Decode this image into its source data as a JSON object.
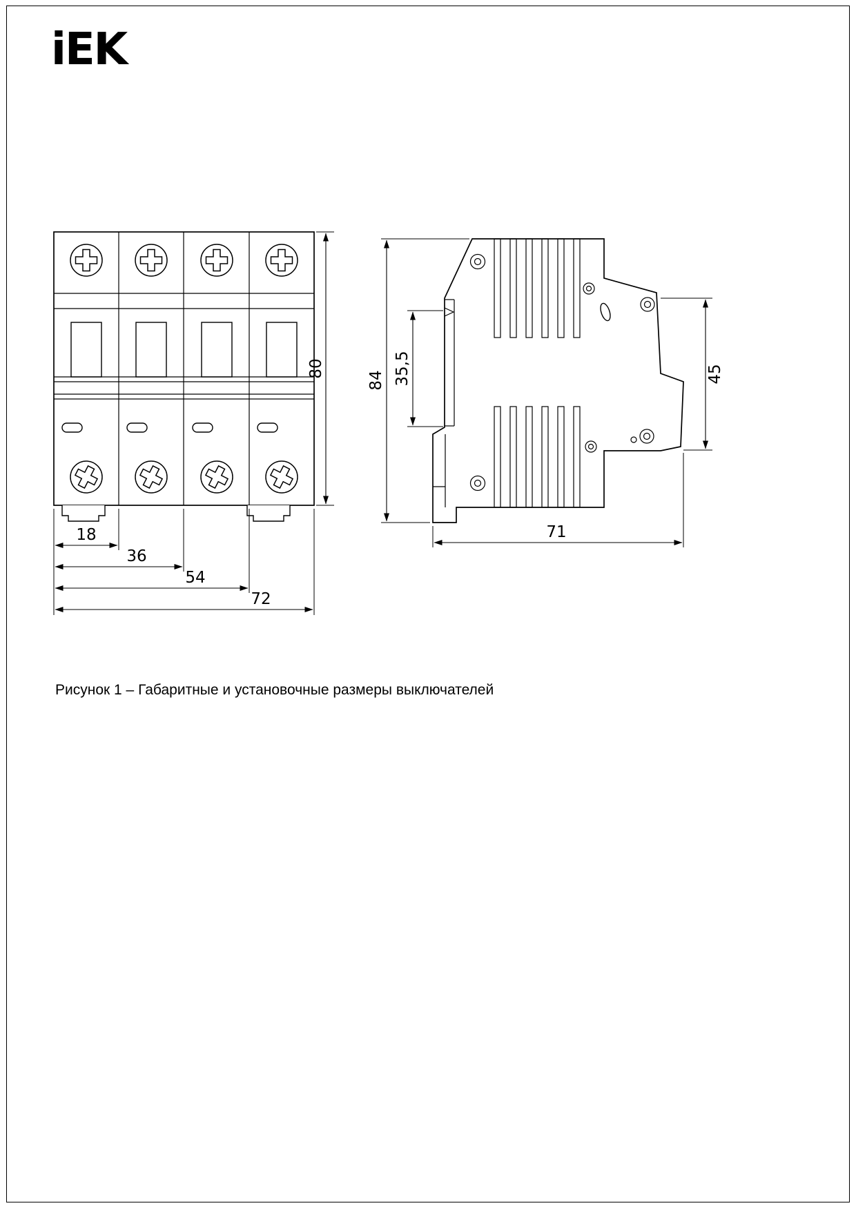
{
  "logo": {
    "text": "iEK"
  },
  "caption": "Рисунок 1 – Габаритные и установочные размеры выключателей",
  "front_view": {
    "height": "80",
    "dim_1pole": "18",
    "dim_2pole": "36",
    "dim_3pole": "54",
    "dim_4pole": "72"
  },
  "side_view": {
    "height": "84",
    "din_seat": "35,5",
    "right_height": "45",
    "depth": "71"
  }
}
